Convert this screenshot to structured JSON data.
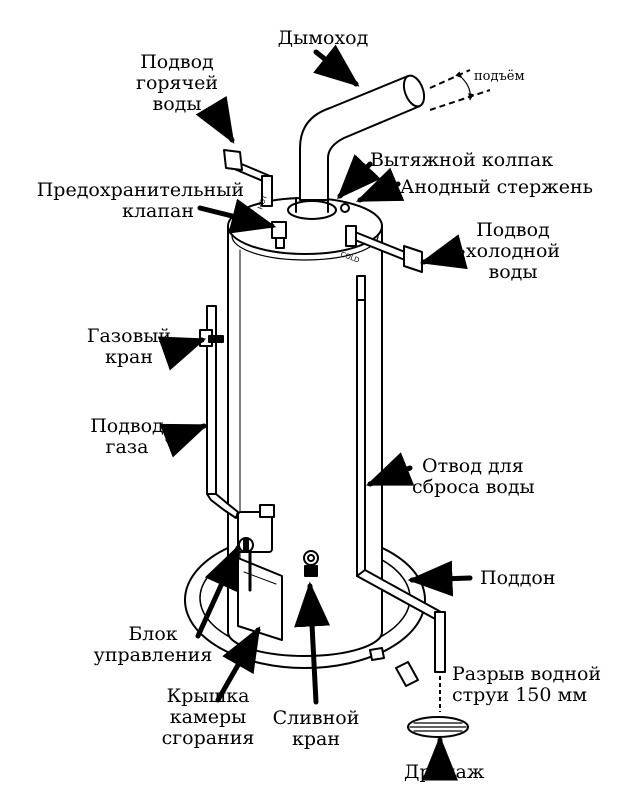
{
  "labels": {
    "chimney": "Дымоход",
    "rise": "подъём",
    "hot_supply": [
      "Подвод",
      "горячей",
      "воды"
    ],
    "draft_hood": "Вытяжной колпак",
    "anode_rod": "Анодный стержень",
    "relief_valve": [
      "Предохранительный",
      "клапан"
    ],
    "cold_supply": [
      "Подвод",
      "холодной",
      "воды"
    ],
    "gas_valve": [
      "Газовый",
      "кран"
    ],
    "gas_supply": [
      "Подвод",
      "газа"
    ],
    "discharge_pipe": [
      "Отвод для",
      "сброса воды"
    ],
    "drip_pan": "Поддон",
    "control_unit": [
      "Блок",
      "управления"
    ],
    "air_gap": [
      "Разрыв водной",
      "струи 150 мм"
    ],
    "combustion_cover": [
      "Крышка",
      "камеры",
      "сгорания"
    ],
    "drain_valve": [
      "Сливной",
      "кран"
    ],
    "drain": "Дренаж"
  },
  "valve_marks": {
    "hot": "HOT",
    "cold": "COLD"
  },
  "colors": {
    "ink": "#000000",
    "paper": "#ffffff"
  }
}
